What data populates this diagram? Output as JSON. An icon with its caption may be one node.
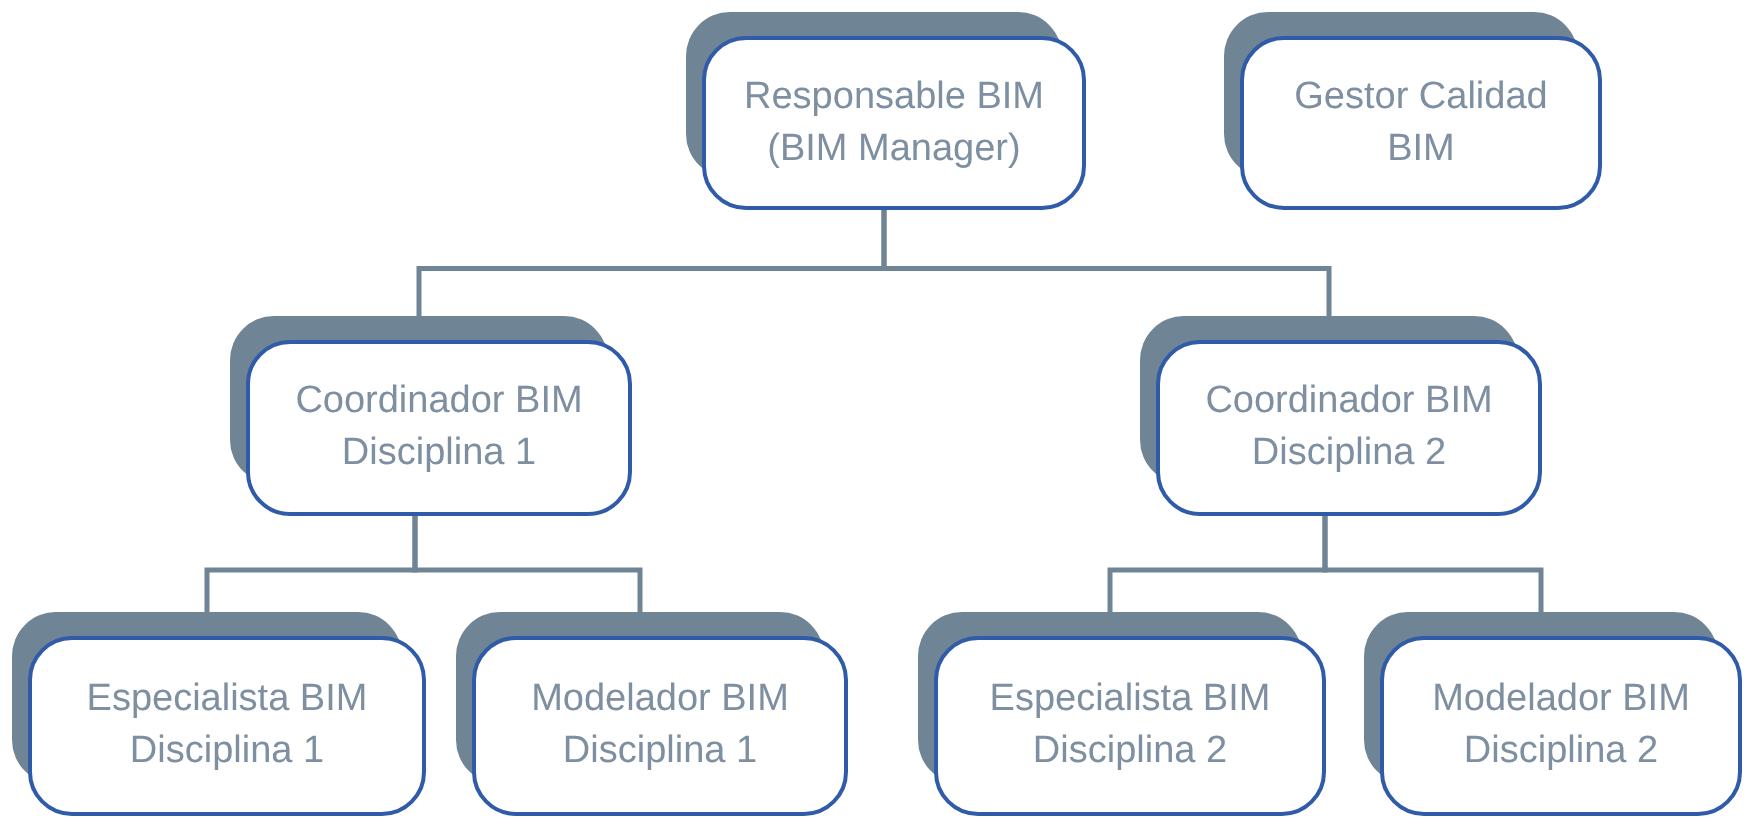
{
  "diagram": {
    "nodes": [
      {
        "text": [
          "Responsable BIM (BIM Manager)"
        ]
      },
      {
        "text": [
          "Gestor Calidad BIM"
        ]
      },
      {
        "text": [
          "Coordinador BIM Disciplina 1"
        ]
      },
      {
        "text": [
          "Coordinador BIM Disciplina 2"
        ]
      },
      {
        "text": [
          "Especialista BIM Disciplina 1"
        ]
      },
      {
        "text": [
          "Modelador BIM Disciplina 1"
        ]
      },
      {
        "text": [
          "Especialista BIM Disciplina 2"
        ]
      },
      {
        "text": [
          "Modelador BIM Disciplina 2"
        ]
      }
    ],
    "edges": [
      {
        "from": 0,
        "to": 2,
        "arrow": "none"
      },
      {
        "from": 0,
        "to": 3,
        "arrow": "none"
      },
      {
        "from": 2,
        "to": 4,
        "arrow": "none"
      },
      {
        "from": 2,
        "to": 5,
        "arrow": "none"
      },
      {
        "from": 3,
        "to": 6,
        "arrow": "none"
      },
      {
        "from": 3,
        "to": 7,
        "arrow": "none"
      }
    ]
  }
}
